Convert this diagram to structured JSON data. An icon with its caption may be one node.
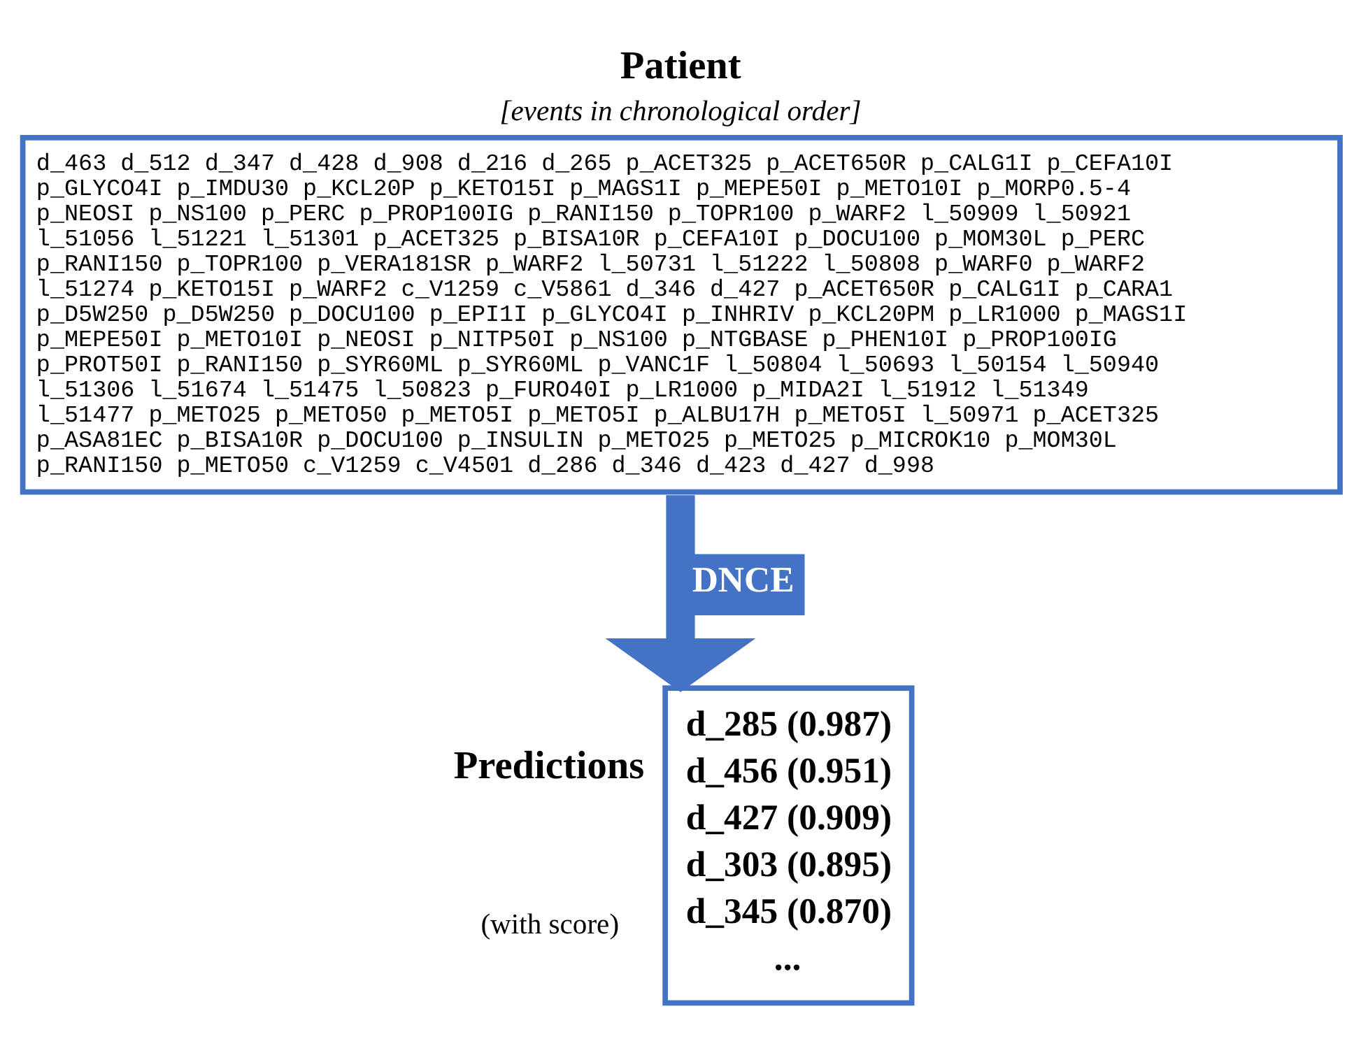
{
  "diagram": {
    "nodes": [
      {
        "text": [
          "Patient",
          "[events in chronological order]",
          "d_463 d_512 d_347 d_428 d_908 d_216 d_265 p_ACET325 p_ACET650R p_CALG1I p_CEFA10I p_GLYCO4I p_IMDU30 p_KCL20P p_KETO15I p_MAGS1I p_MEPE50I p_METO10I p_MORP0.5-4 p_NEOSI p_NS100 p_PERC p_PROP100IG p_RANI150 p_TOPR100 p_WARF2 l_50909 l_50921 l_51056 l_51221 l_51301 p_ACET325 p_BISA10R p_CEFA10I p_DOCU100 p_MOM30L p_PERC p_RANI150 p_TOPR100 p_VERA181SR p_WARF2 l_50731 l_51222 l_50808 p_WARF0 p_WARF2 l_51274 p_KETO15I p_WARF2 c_V1259 c_V5861 d_346 d_427 p_ACET650R p_CALG1I p_CARA1 p_D5W250 p_D5W250 p_DOCU100 p_EPI1I p_GLYCO4I p_INHRIV p_KCL20PM p_LR1000 p_MAGS1I p_MEPE50I p_METO10I p_NEOSI p_NITP50I p_NS100 p_NTGBASE p_PHEN10I p_PROP100IG p_PROT50I p_RANI150 p_SYR60ML p_SYR60ML p_VANC1F l_50804 l_50693 l_50154 l_50940 l_51306 l_51674 l_51475 l_50823 p_FURO40I p_LR1000 p_MIDA2I l_51912 l_51349 l_51477 p_METO25 p_METO50 p_METO5I p_METO5I p_ALBU17H p_METO5I l_50971 p_ACET325 p_ASA81EC p_BISA10R p_DOCU100 p_INSULIN p_METO25 p_METO25 p_MICROK10 p_MOM30L p_RANI150 p_METO50 c_V1259 c_V4501 d_286 d_346 d_423 d_427 d_998"
        ]
      },
      {
        "text": [
          "d_285 (0.987)",
          "d_456 (0.951)",
          "d_427 (0.909)",
          "d_303 (0.895)",
          "d_345 (0.870)",
          "..."
        ],
        "beside": [
          "Predictions",
          "(with score)"
        ]
      }
    ],
    "edges": [
      {
        "from": 0,
        "to": 1,
        "arrow": "to",
        "label": "DNCE"
      }
    ]
  }
}
